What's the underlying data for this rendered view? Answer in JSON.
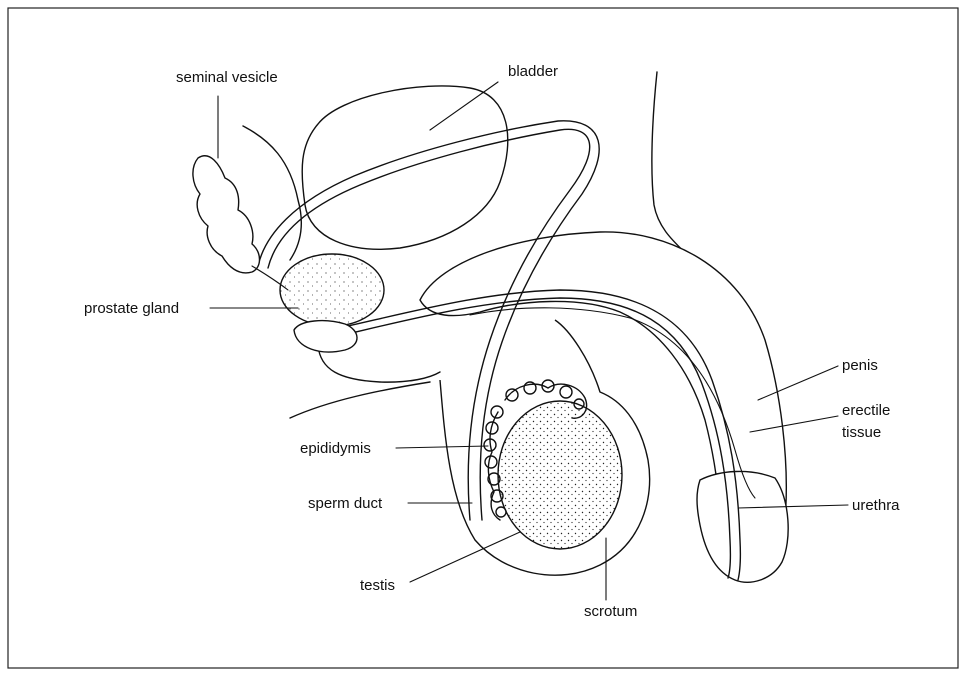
{
  "labels": {
    "seminal_vesicle": "seminal vesicle",
    "bladder": "bladder",
    "prostate_gland": "prostate gland",
    "penis": "penis",
    "erectile_line1": "erectile",
    "erectile_line2": "tissue",
    "epididymis": "epididymis",
    "sperm_duct": "sperm duct",
    "urethra": "urethra",
    "testis": "testis",
    "scrotum": "scrotum"
  }
}
